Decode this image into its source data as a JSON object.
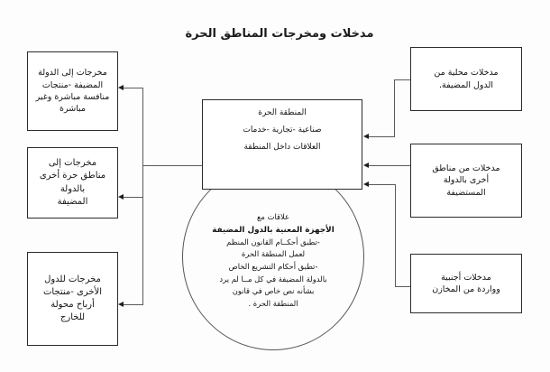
{
  "title": "مدخلات ومخرجات المناطق الحرة",
  "center": {
    "name": "المنطقة الحرة",
    "lines": [
      "المنطقة الحرة",
      "صناعية -تجارية -خدمات",
      "العلاقات داخل المنطقة"
    ]
  },
  "outputs": [
    {
      "id": "out-host",
      "lines": [
        "مخرجات إلى الدولة",
        "المضيفة -منتجات",
        "منافسة مباشرة وغير",
        "مباشرة"
      ]
    },
    {
      "id": "out-zones",
      "lines": [
        "مخرجات إلى",
        "مناطق حرة أخرى",
        "بالدولة",
        "المضيفة"
      ]
    },
    {
      "id": "out-abroad",
      "lines": [
        "مخرجات للدول",
        "الأخرى -منتجات",
        "أرباح محولة",
        "للخارج"
      ]
    }
  ],
  "inputs": [
    {
      "id": "in-local",
      "lines": [
        "مدخلات محلية من",
        "الدول المضيفة."
      ]
    },
    {
      "id": "in-zones",
      "lines": [
        "مدخلات من مناطق",
        "أخرى بالدولة",
        "المستضيفة"
      ]
    },
    {
      "id": "in-foreign",
      "lines": [
        "مدخلات أجنبية",
        "وواردة من المخازن"
      ]
    }
  ],
  "circle": {
    "lines": [
      "علاقات مع",
      "الأجهزة المعنية بالدول المضيفة",
      "-تطبق أحكــام القانون المنظم",
      "لعمل المنطقة الحرة",
      "-تطبق أحكام التشريع الخاص",
      "بالدولة المضيفة في كل مــا لم يرد",
      "بشأنه نص خاص في قانون",
      "المنطقة الحرة ."
    ],
    "bold_indices": [
      1
    ]
  },
  "colors": {
    "stroke": "#2b2b2b",
    "connector": "#5a5a5a",
    "arrow": "#1e1e1e",
    "text": "#141414",
    "background": "#fdfdfd"
  }
}
